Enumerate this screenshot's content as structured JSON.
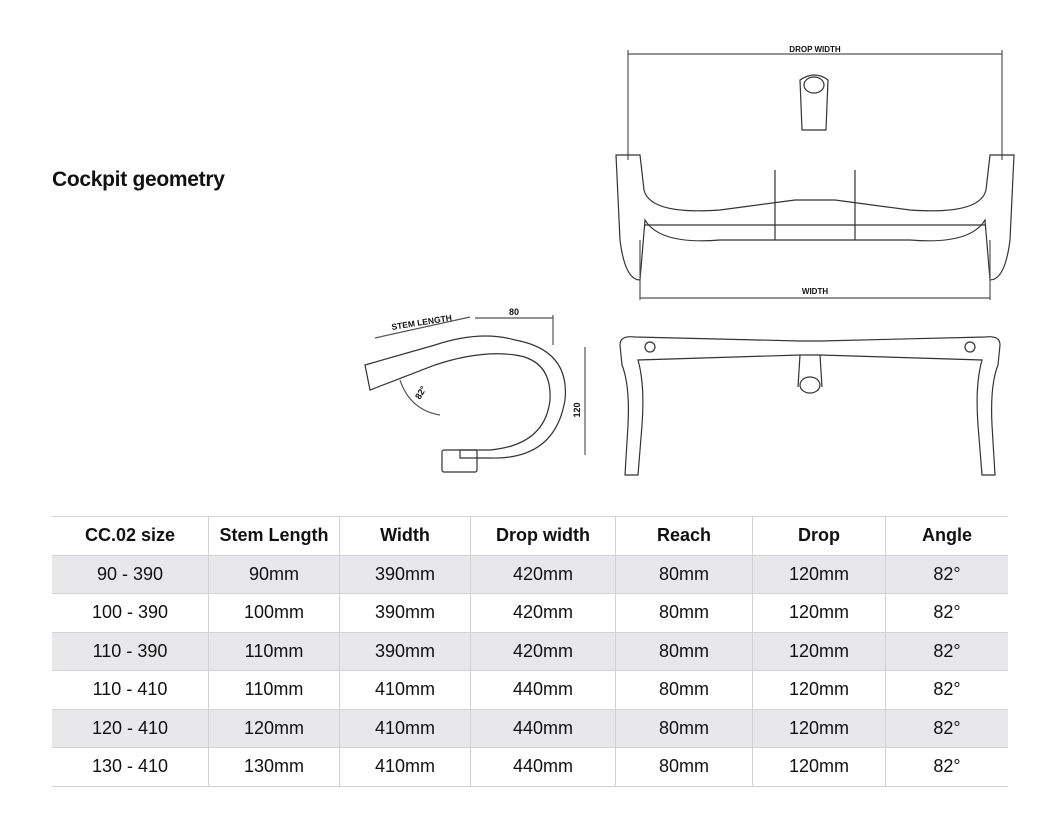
{
  "title": "Cockpit geometry",
  "diagram_labels": {
    "drop_width": "DROP WIDTH",
    "width": "WIDTH",
    "stem_length": "STEM LENGTH",
    "reach": "80",
    "drop": "120",
    "angle": "82°"
  },
  "table": {
    "headers": [
      "CC.02 size",
      "Stem Length",
      "Width",
      "Drop width",
      "Reach",
      "Drop",
      "Angle"
    ],
    "rows": [
      [
        "90 - 390",
        "90mm",
        "390mm",
        "420mm",
        "80mm",
        "120mm",
        "82°"
      ],
      [
        "100 - 390",
        "100mm",
        "390mm",
        "420mm",
        "80mm",
        "120mm",
        "82°"
      ],
      [
        "110 - 390",
        "110mm",
        "390mm",
        "420mm",
        "80mm",
        "120mm",
        "82°"
      ],
      [
        "110 - 410",
        "110mm",
        "410mm",
        "440mm",
        "80mm",
        "120mm",
        "82°"
      ],
      [
        "120 - 410",
        "120mm",
        "410mm",
        "440mm",
        "80mm",
        "120mm",
        "82°"
      ],
      [
        "130 - 410",
        "130mm",
        "410mm",
        "440mm",
        "80mm",
        "120mm",
        "82°"
      ]
    ]
  }
}
